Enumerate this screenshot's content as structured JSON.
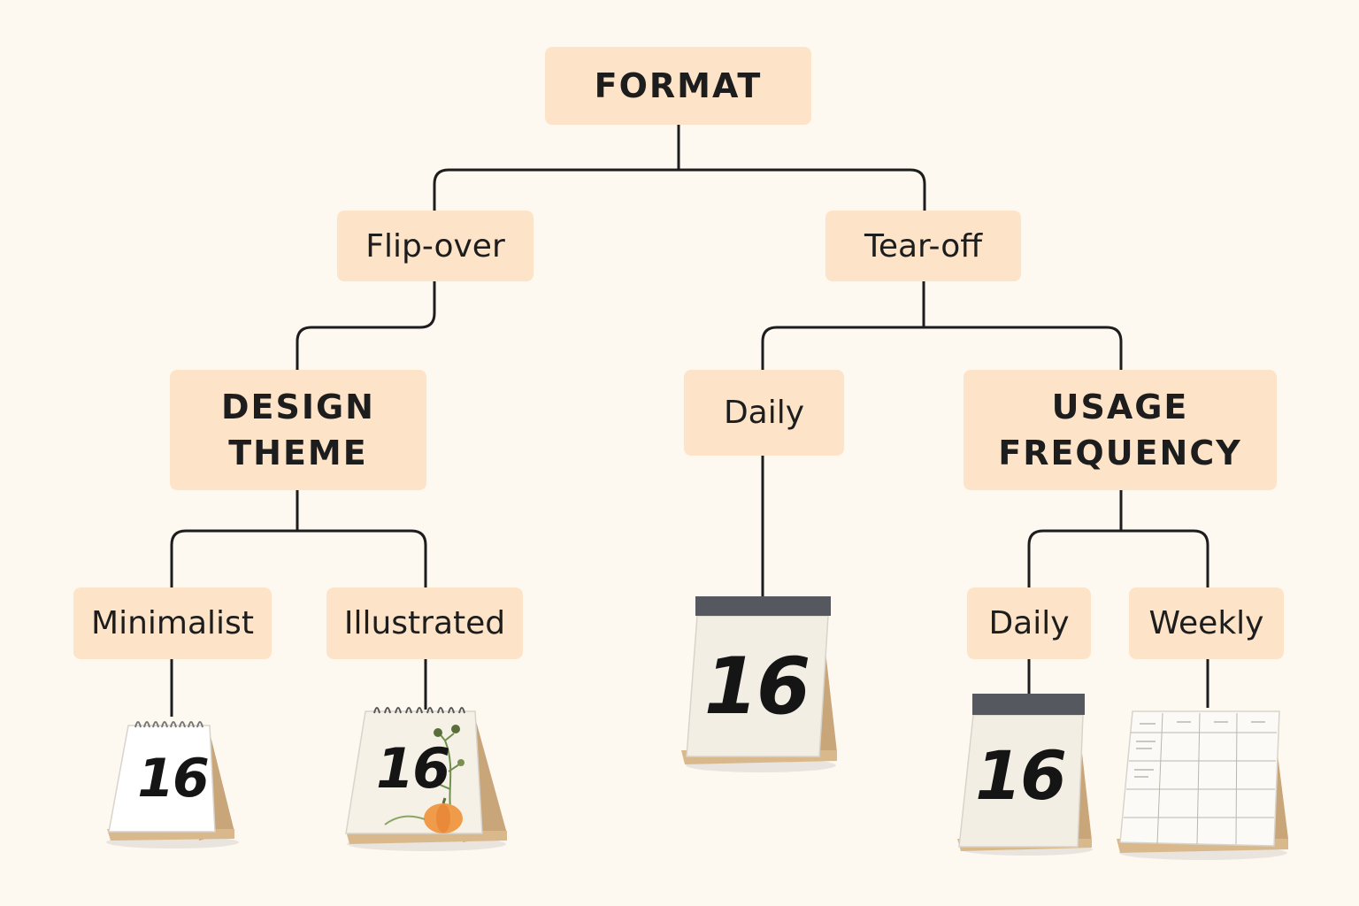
{
  "nodes": {
    "format": "FORMAT",
    "flip_over": "Flip-over",
    "tear_off": "Tear-off",
    "design_theme": "DESIGN\nTHEME",
    "tear_off_daily": "Daily",
    "usage_frequency": "USAGE\nFREQUENCY",
    "minimalist": "Minimalist",
    "illustrated": "Illustrated",
    "usage_daily": "Daily",
    "usage_weekly": "Weekly"
  },
  "calendars": {
    "minimalist_date": "16",
    "illustrated_date": "16",
    "tear_off_daily_date": "16",
    "usage_daily_date": "16"
  },
  "colors": {
    "background": "#fdf9f1",
    "node_fill": "#fde4c8",
    "connector": "#1d1d1d",
    "calendar_base": "#d9b98c",
    "tear_off_header": "#55585f"
  }
}
